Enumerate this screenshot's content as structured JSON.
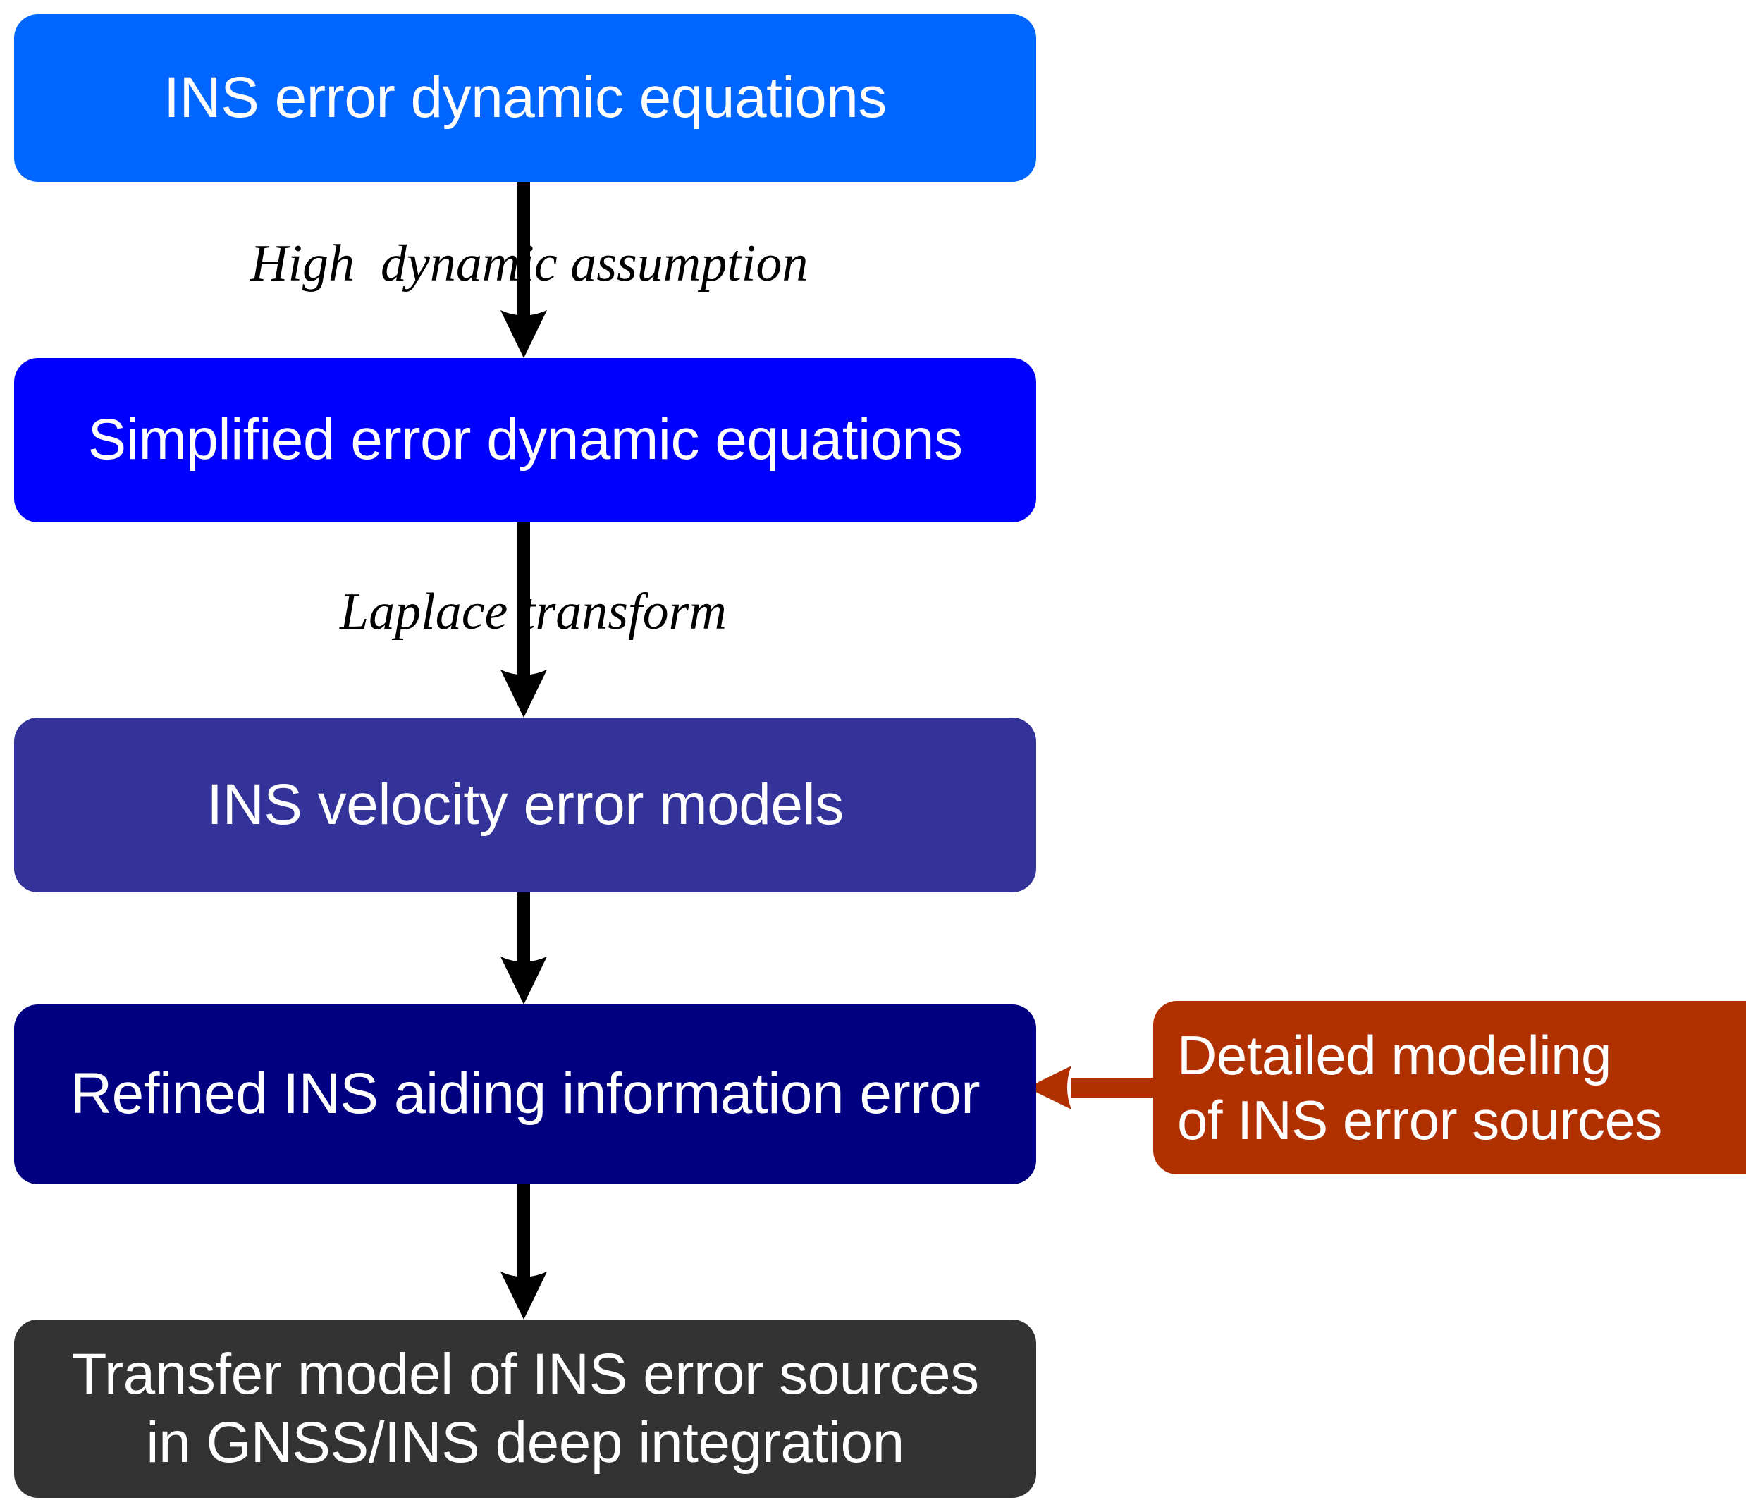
{
  "diagram": {
    "type": "flowchart",
    "orientation": "top-to-bottom",
    "background": "#FFFFFF",
    "nodes": [
      {
        "id": "ins-error-dynamic-equations",
        "label": "INS error dynamic equations",
        "color": "#0066FF",
        "text_color": "#FFFFFF"
      },
      {
        "id": "simplified-error-dynamic-equations",
        "label": "Simplified error dynamic equations",
        "color": "#0000FF",
        "text_color": "#FFFFFF"
      },
      {
        "id": "ins-velocity-error-models",
        "label": "INS velocity error models",
        "color": "#333399",
        "text_color": "#FFFFFF"
      },
      {
        "id": "refined-ins-aiding-information-error",
        "label": "Refined INS aiding information error",
        "color": "#000080",
        "text_color": "#FFFFFF"
      },
      {
        "id": "transfer-model",
        "line1": "Transfer model of INS error sources",
        "line2": "in GNSS/INS deep integration",
        "color": "#333333",
        "text_color": "#FFFFFF"
      },
      {
        "id": "detailed-modeling",
        "line1": "Detailed modeling",
        "line2": "of INS error sources",
        "color": "#B03000",
        "text_color": "#FFFFFF"
      }
    ],
    "edges": [
      {
        "id": "edge-1",
        "from": "ins-error-dynamic-equations",
        "to": "simplified-error-dynamic-equations",
        "label": "High  dynamic assumption",
        "color": "#000000",
        "direction": "down"
      },
      {
        "id": "edge-2",
        "from": "simplified-error-dynamic-equations",
        "to": "ins-velocity-error-models",
        "label": "Laplace transform",
        "color": "#000000",
        "direction": "down"
      },
      {
        "id": "edge-3",
        "from": "ins-velocity-error-models",
        "to": "refined-ins-aiding-information-error",
        "label": "",
        "color": "#000000",
        "direction": "down"
      },
      {
        "id": "edge-4",
        "from": "refined-ins-aiding-information-error",
        "to": "transfer-model",
        "label": "",
        "color": "#000000",
        "direction": "down"
      },
      {
        "id": "edge-5",
        "from": "detailed-modeling",
        "to": "refined-ins-aiding-information-error",
        "label": "",
        "color": "#B03000",
        "direction": "left"
      }
    ]
  }
}
